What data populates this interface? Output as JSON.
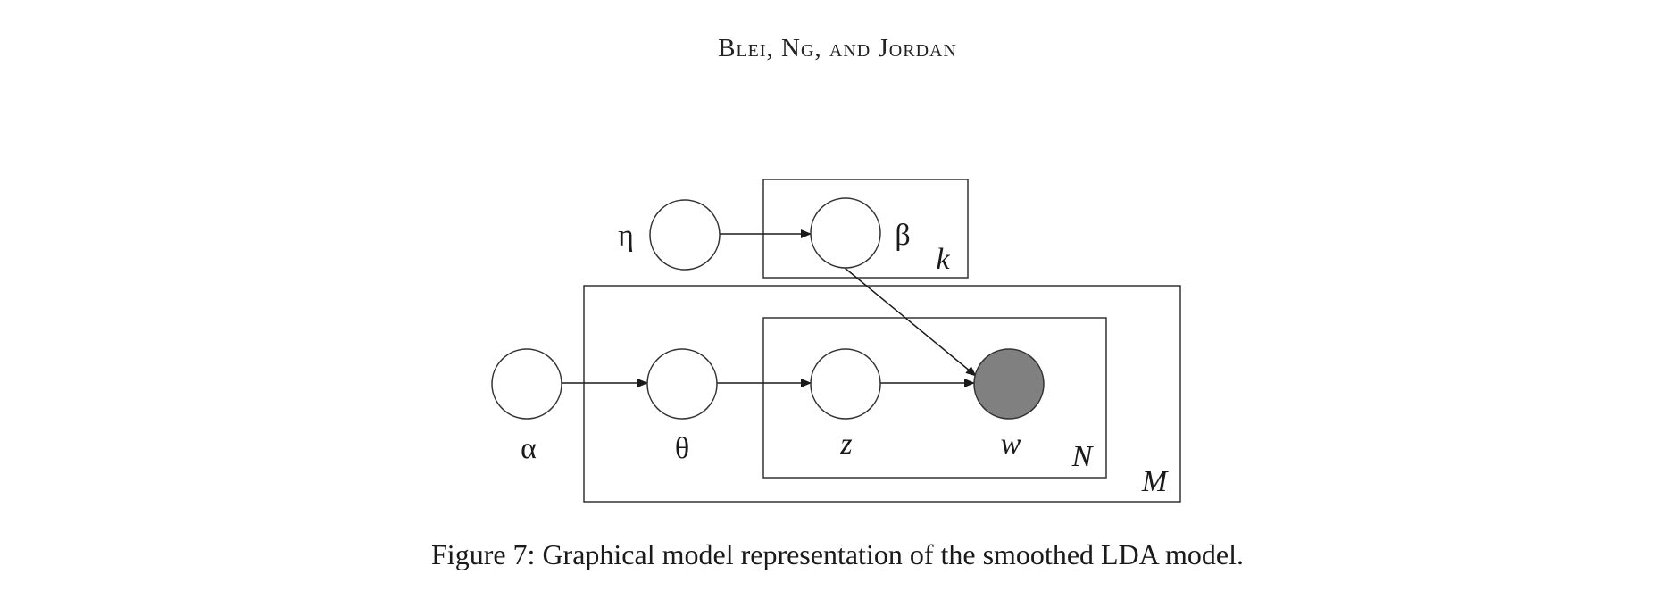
{
  "header": {
    "running_head": "Blei, Ng, and Jordan"
  },
  "figure": {
    "nodes": {
      "eta": "η",
      "beta": "β",
      "alpha": "α",
      "theta": "θ",
      "z": "z",
      "w": "w"
    },
    "plates": {
      "k": "k",
      "N": "N",
      "M": "M"
    },
    "observed_fill": "#808080",
    "caption": "Figure 7: Graphical model representation of the smoothed LDA model."
  }
}
